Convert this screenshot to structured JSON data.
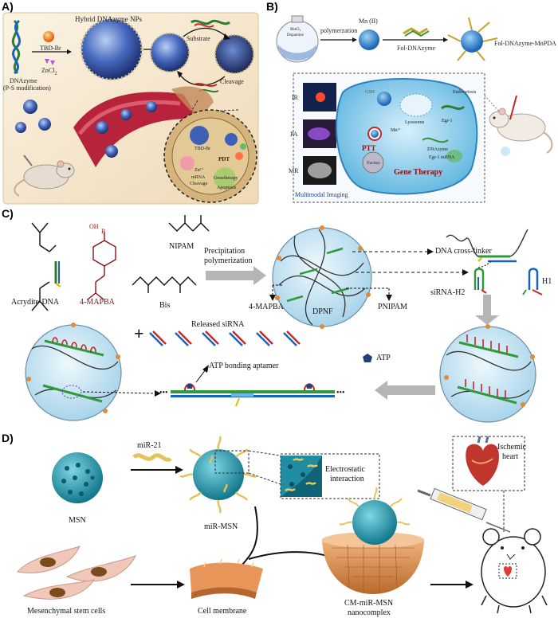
{
  "panels": {
    "a": {
      "label": "A)",
      "hybrid_title": "Hybrid DNAzyme NPs",
      "tbd_br": "TBD-Br",
      "zncl2": "ZnCl",
      "zncl2_sub": "2",
      "dnazyme": "DNAzyme",
      "ps_mod": "(P-S modification)",
      "substrate": "Substrate",
      "cleavage": "Cleavage",
      "inset_tbd": "TBD-Br",
      "inset_pdt": "PDT",
      "inset_zn": "Zn²⁺",
      "inset_mrna": "mRNA",
      "inset_cleavage": "Cleavage",
      "inset_genetherapy": "Genetherapy",
      "inset_apoptosis": "Apoptosis"
    },
    "b": {
      "label": "B)",
      "polymerzation": "polymerzation",
      "mnii": "Mn (II)",
      "fol_dnazyme": "Fol-DNAzyme",
      "fol_dnazyme_mnpda": "Fol-DNAzyme-MnPDA",
      "ir": "IR",
      "pa": "PA",
      "mr": "MR",
      "multimodal": "Multimodal Imaging",
      "ptt": "PTT",
      "gene_therapy": "Gene Therapy",
      "lysosome": "Lysosome",
      "egr1": "Egr-1",
      "egr1_mrna": "Egr-1 mRNA",
      "dnazyme": "DNAzyme",
      "endocytosis": "Endocytosis",
      "gsh": "GSH",
      "nucleus": "Nucleus",
      "mn2": "Mn²⁺",
      "flask_mncl2": "MnCl₂",
      "flask_dopamine": "Dopamine"
    },
    "c": {
      "label": "C)",
      "acrydite_dna": "Acrydite-DNA",
      "mapba": "4-MAPBA",
      "nipam": "NIPAM",
      "bis": "Bis",
      "precip1": "Precipitation",
      "precip2": "polymerization",
      "dna_crosslinker": "DNA cross-linker",
      "mapba2": "4-MAPBA",
      "dpnf": "DPNF",
      "pnipam": "PNIPAM",
      "sirna_h2": "siRNA-H2",
      "h1": "H1",
      "released_sirna": "Released siRNA",
      "atp": "ATP",
      "atp_aptamer": "ATP bonding aptamer",
      "boron_oh": "OH",
      "boron_b": "B",
      "plus": "+",
      "dots": "•••"
    },
    "d": {
      "label": "D)",
      "msn": "MSN",
      "mir21": "miR-21",
      "mir_msn": "miR-MSN",
      "electrostatic1": "Electrostatic",
      "electrostatic2": "interaction",
      "ischemic1": "Ischemic",
      "ischemic2": "heart",
      "msc": "Mesenchymal stem cells",
      "cell_membrane": "Cell membrane",
      "cm_mir_msn": "CM-miR-MSN",
      "nanocomplex": "nanocomplex"
    }
  },
  "colors": {
    "bg_a": "#f4e6cc",
    "nanoparticle": "#3e63b8",
    "cell_blue": "#7ec4e6",
    "msn_teal": "#1d9ab0",
    "bowl_orange": "#d9894a",
    "green_strand": "#2f9a3a",
    "sphere_fill": "#cfe6f2"
  }
}
